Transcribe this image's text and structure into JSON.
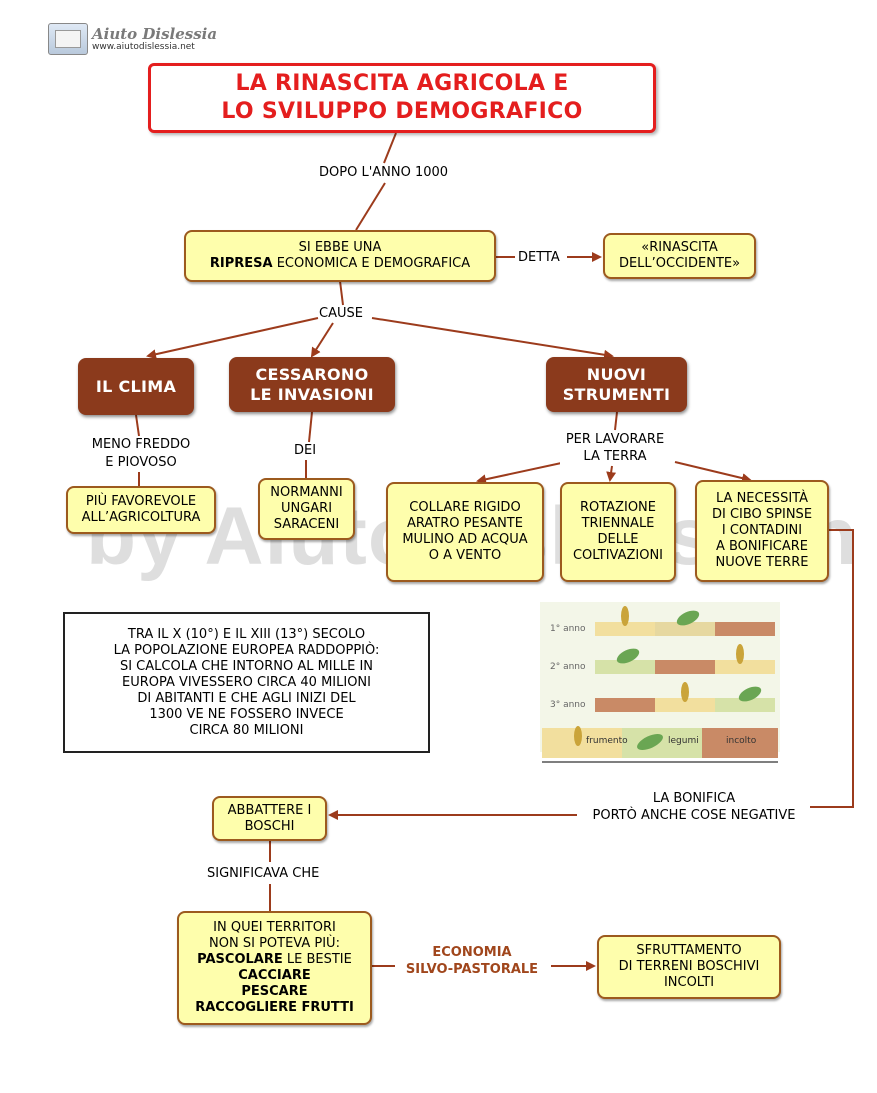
{
  "logo": {
    "name": "Aiuto Dislessia",
    "url": "www.aiutodislessia.net"
  },
  "watermark": "by AiutoDislessia.n",
  "title": {
    "line1": "LA RINASCITA AGRICOLA E",
    "line2": "LO SVILUPPO DEMOGRAFICO"
  },
  "links": {
    "dopo": "DOPO L'ANNO 1000",
    "detta": "DETTA",
    "cause": "CAUSE",
    "meno1": "MENO FREDDO",
    "meno2": "E PIOVOSO",
    "dei": "DEI",
    "per1": "PER LAVORARE",
    "per2": "LA TERRA",
    "bon1": "LA BONIFICA",
    "bon2": "PORTÒ ANCHE COSE NEGATIVE",
    "significava": "SIGNIFICAVA CHE",
    "econ1": "ECONOMIA",
    "econ2": "SILVO-PASTORALE"
  },
  "ripresa": {
    "l1": "SI EBBE UNA",
    "bold": "RIPRESA",
    "rest": " ECONOMICA E DEMOGRAFICA"
  },
  "rinascita": {
    "l1": "«RINASCITA",
    "l2": "DELL’OCCIDENTE»"
  },
  "causes": {
    "clima": "IL CLIMA",
    "cess1": "CESSARONO",
    "cess2": "LE INVASIONI",
    "nuovi1": "NUOVI",
    "nuovi2": "STRUMENTI"
  },
  "favorevole": {
    "l1": "PIÙ FAVOREVOLE",
    "l2": "ALL’AGRICOLTURA"
  },
  "invasori": {
    "l1": "NORMANNI",
    "l2": "UNGARI",
    "l3": "SARACENI"
  },
  "collare": {
    "l1": "COLLARE RIGIDO",
    "l2": "ARATRO PESANTE",
    "l3": "MULINO AD ACQUA",
    "l4": "O A VENTO"
  },
  "rotazione": {
    "l1": "ROTAZIONE",
    "l2": "TRIENNALE",
    "l3": "DELLE",
    "l4": "COLTIVAZIONI"
  },
  "necessita": {
    "l1": "LA NECESSITÀ",
    "l2": "DI CIBO SPINSE",
    "l3": "I CONTADINI",
    "l4": "A BONIFICARE",
    "l5": "NUOVE TERRE"
  },
  "note": {
    "l1": "TRA IL X (10°) E IL XIII (13°) SECOLO",
    "l2": "LA POPOLAZIONE EUROPEA RADDOPPIÒ:",
    "l3": "SI CALCOLA CHE INTORNO AL MILLE IN",
    "l4": "EUROPA VIVESSERO CIRCA 40 MILIONI",
    "l5": "DI ABITANTI E CHE AGLI INIZI DEL",
    "l6": "1300 VE NE FOSSERO INVECE",
    "l7": "CIRCA 80 MILIONI"
  },
  "rotation_image": {
    "rows": [
      "1° anno",
      "2° anno",
      "3° anno"
    ],
    "legend": [
      "frumento",
      "legumi",
      "incolto"
    ]
  },
  "abbattere": {
    "l1": "ABBATTERE I",
    "l2": "BOSCHI"
  },
  "territori": {
    "l1": "IN QUEI TERRITORI",
    "l2": "NON SI POTEVA PIÙ:",
    "l3b": "PASCOLARE",
    "l3r": " LE BESTIE",
    "l4": "CACCIARE",
    "l5": "PESCARE",
    "l6": "RACCOGLIERE FRUTTI"
  },
  "sfruttamento": {
    "l1": "SFRUTTAMENTO",
    "l2": "DI TERRENI BOSCHIVI",
    "l3": "INCOLTI"
  },
  "colors": {
    "accent_red": "#e41e1e",
    "brown": "#8b3a1c",
    "box_fill": "#fefeac",
    "line": "#9c3b1c"
  }
}
